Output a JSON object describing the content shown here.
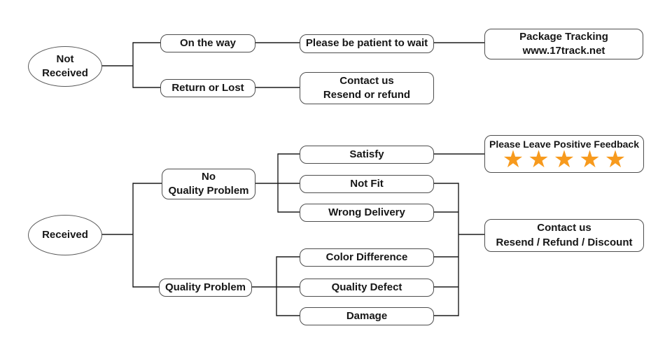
{
  "diagram": {
    "title": "Order received / not received customer service flowchart",
    "nodes": {
      "not_received": "Not\nReceived",
      "on_the_way": "On the way",
      "return_or_lost": "Return or Lost",
      "please_be_patient": "Please be patient to wait",
      "package_tracking": "Package Tracking\nwww.17track.net",
      "contact_resend_refund": "Contact us\nResend or refund",
      "received": "Received",
      "no_quality_problem": "No\nQuality Problem",
      "satisfy": "Satisfy",
      "not_fit": "Not Fit",
      "wrong_delivery": "Wrong Delivery",
      "positive_feedback": "Please Leave Positive Feedback",
      "rating_stars": "★★★★★",
      "rating_value": 5,
      "contact_discount": "Contact us\nResend / Refund / Discount",
      "quality_problem": "Quality Problem",
      "color_difference": "Color Difference",
      "quality_defect": "Quality Defect",
      "damage": "Damage"
    },
    "edges": [
      {
        "from": "not_received",
        "to": "on_the_way"
      },
      {
        "from": "not_received",
        "to": "return_or_lost"
      },
      {
        "from": "on_the_way",
        "to": "please_be_patient"
      },
      {
        "from": "please_be_patient",
        "to": "package_tracking"
      },
      {
        "from": "return_or_lost",
        "to": "contact_resend_refund"
      },
      {
        "from": "received",
        "to": "no_quality_problem"
      },
      {
        "from": "received",
        "to": "quality_problem"
      },
      {
        "from": "no_quality_problem",
        "to": "satisfy"
      },
      {
        "from": "no_quality_problem",
        "to": "not_fit"
      },
      {
        "from": "no_quality_problem",
        "to": "wrong_delivery"
      },
      {
        "from": "satisfy",
        "to": "positive_feedback"
      },
      {
        "from": "not_fit",
        "to": "contact_discount"
      },
      {
        "from": "wrong_delivery",
        "to": "contact_discount"
      },
      {
        "from": "quality_problem",
        "to": "color_difference"
      },
      {
        "from": "quality_problem",
        "to": "quality_defect"
      },
      {
        "from": "quality_problem",
        "to": "damage"
      },
      {
        "from": "color_difference",
        "to": "contact_discount"
      },
      {
        "from": "quality_defect",
        "to": "contact_discount"
      },
      {
        "from": "damage",
        "to": "contact_discount"
      }
    ],
    "colors": {
      "star": "#F79A1D",
      "box_border": "#4d4d4d",
      "line": "#1c1c1c",
      "background": "#ffffff",
      "text": "#161616"
    }
  }
}
